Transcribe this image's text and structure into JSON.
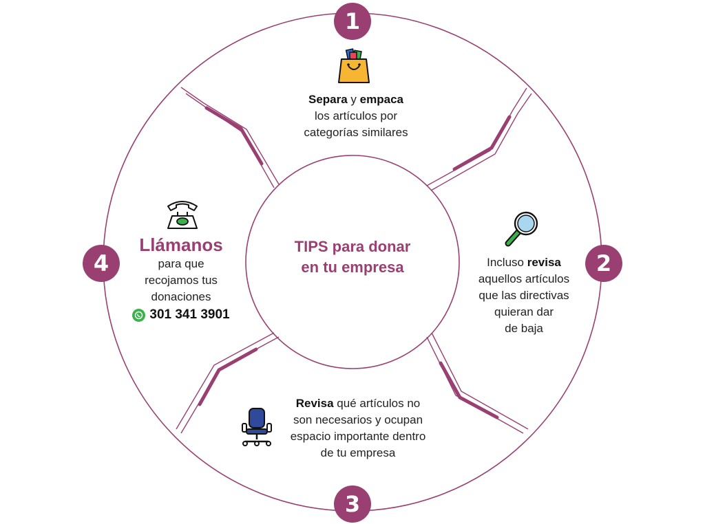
{
  "center": {
    "title_line1": "TIPS para donar",
    "title_line2": "en tu empresa"
  },
  "steps": [
    {
      "number": "1",
      "icon": "shopping-bag-icon",
      "bold1": "Separa",
      "mid1": " y ",
      "bold2": "empaca",
      "line2": "los artículos por",
      "line3": "categorías similares"
    },
    {
      "number": "2",
      "icon": "magnifier-icon",
      "pre": "Incluso ",
      "bold": "revisa",
      "line2": "aquellos artículos",
      "line3": "que las directivas",
      "line4": "quieran dar",
      "line5": "de baja"
    },
    {
      "number": "3",
      "icon": "office-chair-icon",
      "bold": "Revisa",
      "post": " qué artículos no",
      "line2": "son necesarios y ocupan",
      "line3": "espacio importante dentro",
      "line4": "de tu empresa"
    },
    {
      "number": "4",
      "icon": "telephone-icon",
      "title": "Llámanos",
      "line2": "para que",
      "line3": "recojamos tus",
      "line4": "donaciones",
      "phone": "301 341 3901",
      "phone_icon": "whatsapp-icon"
    }
  ],
  "colors": {
    "accent": "#993f72",
    "bag": "#f6b532",
    "chair": "#2f4a9a",
    "phone_green": "#3ab14b"
  }
}
